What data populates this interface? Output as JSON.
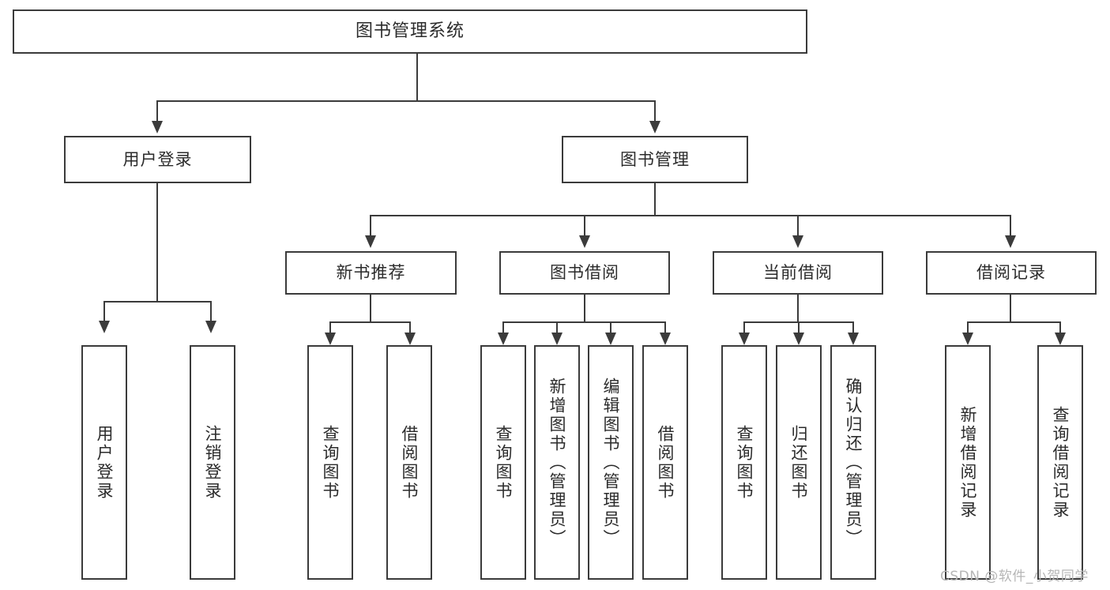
{
  "diagram": {
    "type": "tree",
    "title": "图书管理系统",
    "orientation": "top-down",
    "line_color": "#3b3b3b",
    "box_fill": "#ffffff",
    "text_color": "#2b2b2b"
  },
  "nodes": {
    "root": {
      "label": "图书管理系统"
    },
    "level2": [
      {
        "label": "用户登录"
      },
      {
        "label": "图书管理"
      }
    ],
    "level3": [
      {
        "label": "新书推荐"
      },
      {
        "label": "图书借阅"
      },
      {
        "label": "当前借阅"
      },
      {
        "label": "借阅记录"
      }
    ],
    "leaves": [
      {
        "label": "用户登录"
      },
      {
        "label": "注销登录"
      },
      {
        "label": "查询图书"
      },
      {
        "label": "借阅图书"
      },
      {
        "label": "查询图书"
      },
      {
        "label": "新增图书（管理员）"
      },
      {
        "label": "编辑图书（管理员）"
      },
      {
        "label": "借阅图书"
      },
      {
        "label": "查询图书"
      },
      {
        "label": "归还图书"
      },
      {
        "label": "确认归还（管理员）"
      },
      {
        "label": "新增借阅记录"
      },
      {
        "label": "查询借阅记录"
      }
    ]
  },
  "watermark": {
    "text": "CSDN @软件_小贺同学"
  }
}
